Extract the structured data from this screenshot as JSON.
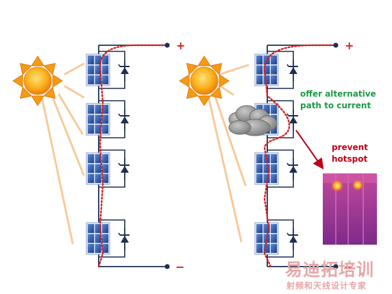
{
  "labels": {
    "offer_line1": "offer alternative",
    "offer_line2": "path to current",
    "prevent_line1": "prevent",
    "prevent_line2": "hotspot",
    "plus": "+",
    "minus": "−"
  },
  "watermark": {
    "title": "易迪拓培训",
    "subtitle": "射频和天线设计专家"
  },
  "colors": {
    "sun": "#f59a12",
    "panel": "#2f5fb4",
    "wire": "#1d2f52",
    "current": "#d61f1f",
    "offer_text": "#1e9a46",
    "prevent_text": "#c0001a",
    "cloud": "#8c8c8c",
    "thermal": "#a1358f"
  }
}
